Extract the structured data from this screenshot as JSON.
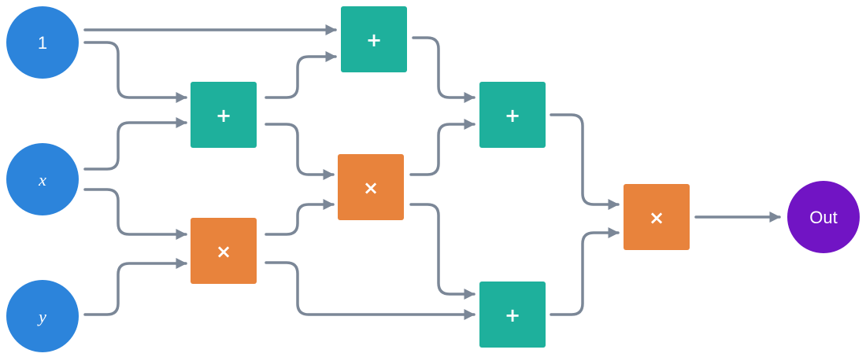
{
  "colors": {
    "input": "#2c84db",
    "output": "#7114c4",
    "add": "#1eb09c",
    "mul": "#e8833c",
    "edge": "#7b8797"
  },
  "nodes": {
    "input_one": {
      "label": "1",
      "kind": "input"
    },
    "input_x": {
      "label": "x",
      "kind": "input"
    },
    "input_y": {
      "label": "y",
      "kind": "input"
    },
    "add_a": {
      "label": "+",
      "kind": "add"
    },
    "mul_a": {
      "label": "×",
      "kind": "mul"
    },
    "add_b": {
      "label": "+",
      "kind": "add"
    },
    "mul_b": {
      "label": "×",
      "kind": "mul"
    },
    "add_c": {
      "label": "+",
      "kind": "add"
    },
    "add_d": {
      "label": "+",
      "kind": "add"
    },
    "mul_c": {
      "label": "×",
      "kind": "mul"
    },
    "output": {
      "label": "Out",
      "kind": "output"
    }
  },
  "edges": [
    {
      "from": "input_one",
      "to": "add_b"
    },
    {
      "from": "input_one",
      "to": "add_a"
    },
    {
      "from": "input_x",
      "to": "add_a"
    },
    {
      "from": "input_x",
      "to": "mul_a"
    },
    {
      "from": "input_y",
      "to": "mul_a"
    },
    {
      "from": "add_a",
      "to": "add_b"
    },
    {
      "from": "add_a",
      "to": "mul_b"
    },
    {
      "from": "mul_a",
      "to": "mul_b"
    },
    {
      "from": "mul_a",
      "to": "add_d"
    },
    {
      "from": "add_b",
      "to": "add_c"
    },
    {
      "from": "mul_b",
      "to": "add_c"
    },
    {
      "from": "mul_b",
      "to": "add_d"
    },
    {
      "from": "add_c",
      "to": "mul_c"
    },
    {
      "from": "add_d",
      "to": "mul_c"
    },
    {
      "from": "mul_c",
      "to": "output"
    }
  ]
}
